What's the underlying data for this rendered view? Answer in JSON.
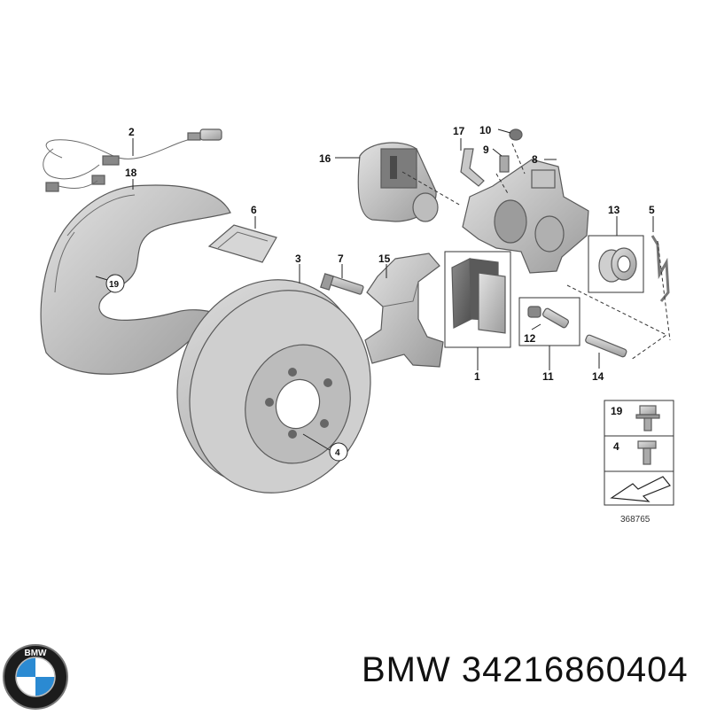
{
  "diagram": {
    "callouts": {
      "c1": "1",
      "c2": "2",
      "c3": "3",
      "c4": "4",
      "c5": "5",
      "c6": "6",
      "c7": "7",
      "c8": "8",
      "c9": "9",
      "c10": "10",
      "c11": "11",
      "c12": "12",
      "c13": "13",
      "c14": "14",
      "c15": "15",
      "c16": "16",
      "c17": "17",
      "c18": "18",
      "c19_circle": "19",
      "c4_circle": "4"
    },
    "legend": {
      "item_19": "19",
      "item_4": "4"
    },
    "reference_number": "368765"
  },
  "footer": {
    "brand_logo": "BMW",
    "brand_text": "BMW",
    "part_number": "34216860404"
  },
  "colors": {
    "part_fill": "#c8c8c8",
    "part_dark": "#9a9a9a",
    "line": "#222222",
    "logo_blue": "#2b8ad2",
    "logo_ring": "#1c1c1c"
  }
}
